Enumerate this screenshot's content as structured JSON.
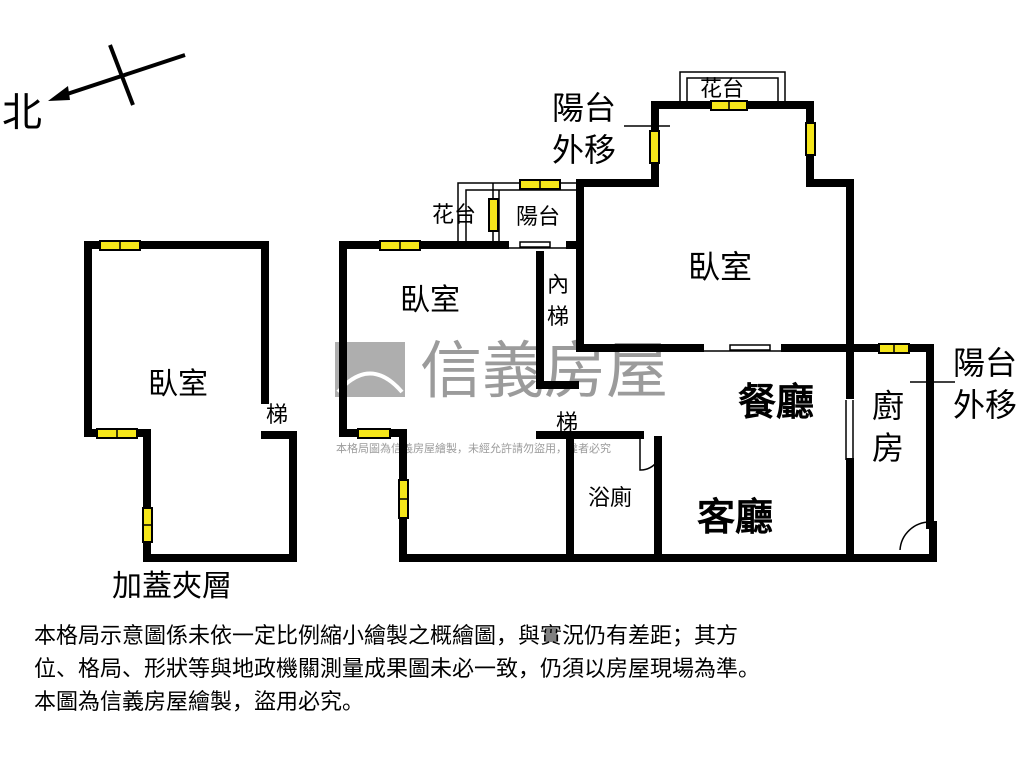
{
  "compass": {
    "north_label": "北"
  },
  "watermark": {
    "brand": "信義房屋",
    "notice": "本格局圖為信義房屋繪製，未經允許請勿盜用，違者必究"
  },
  "mezzanine": {
    "title": "加蓋夾層",
    "bedroom": "臥室",
    "stairs": "梯"
  },
  "rooms": {
    "bedroom_left": "臥室",
    "bedroom_top": "臥室",
    "balcony": "陽台",
    "planter_left": "花台",
    "planter_top": "花台",
    "balcony_moved_top_1": "陽台",
    "balcony_moved_top_2": "外移",
    "balcony_moved_right_1": "陽台",
    "balcony_moved_right_2": "外移",
    "inner_stairs_1": "內",
    "inner_stairs_2": "梯",
    "stairs": "梯",
    "dining": "餐廳",
    "kitchen_1": "廚",
    "kitchen_2": "房",
    "bathroom": "浴廁",
    "living": "客廳"
  },
  "disclaimer": [
    "本格局示意圖係未依一定比例縮小繪製之概繪圖，與實況仍有差距；其方",
    "位、格局、形狀等與地政機關測量成果圖未必一致，仍須以房屋現場為準。",
    "本圖為信義房屋繪製，盜用必究。"
  ]
}
